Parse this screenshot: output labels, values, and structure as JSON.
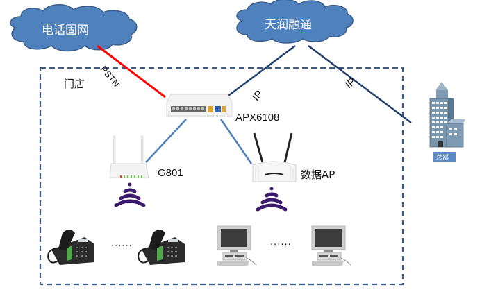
{
  "clouds": {
    "pstn_cloud": "电话固网",
    "ip_cloud": "天润融通"
  },
  "store": {
    "label": "门店"
  },
  "links": {
    "pstn_label": "PSTN",
    "ip_label_left": "IP",
    "ip_label_right": "IP"
  },
  "devices": {
    "gateway": "APX6108",
    "router": "G801",
    "access_point": "数据AP",
    "headquarters": "总部"
  },
  "endpoints": {
    "phones_ellipsis": "......",
    "pcs_ellipsis": "......"
  },
  "colors": {
    "cloud_fill": "#4f81bd",
    "cloud_stroke": "#385d8a",
    "pstn_line": "#ff0000",
    "ip_line": "#1f3f6e",
    "lan_line": "#4a7ebb",
    "dashed_border": "#385d8a",
    "wifi": "#3b1a6e"
  }
}
